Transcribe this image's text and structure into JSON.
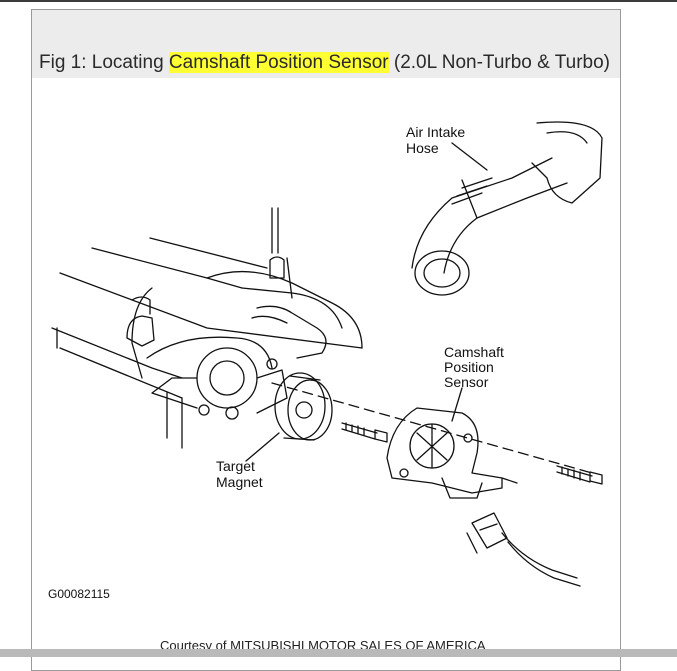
{
  "figure": {
    "title_prefix": "Fig 1: Locating ",
    "title_highlight": "Camshaft Position Sensor",
    "title_suffix": " (2.0L Non-Turbo & Turbo)",
    "code": "G00082115",
    "credit": "Courtesy of MITSUBISHI MOTOR SALES OF AMERICA",
    "highlight_color": "#ffff33"
  },
  "labels": {
    "air_intake_line1": "Air Intake",
    "air_intake_line2": "Hose",
    "sensor_line1": "Camshaft",
    "sensor_line2": "Position",
    "sensor_line3": "Sensor",
    "target_line1": "Target",
    "target_line2": "Magnet"
  }
}
